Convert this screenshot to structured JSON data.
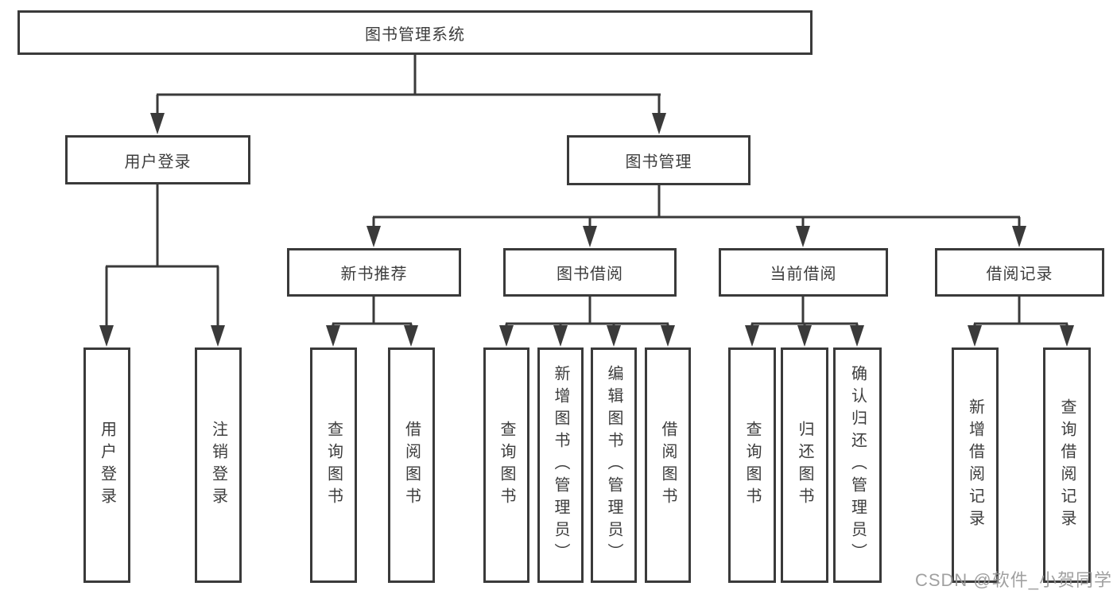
{
  "title": "图书管理系统",
  "tree": {
    "label": "图书管理系统",
    "children": [
      {
        "label": "用户登录",
        "children": [
          {
            "label": "用户登录"
          },
          {
            "label": "注销登录"
          }
        ]
      },
      {
        "label": "图书管理",
        "children": [
          {
            "label": "新书推荐",
            "children": [
              {
                "label": "查询图书"
              },
              {
                "label": "借阅图书"
              }
            ]
          },
          {
            "label": "图书借阅",
            "children": [
              {
                "label": "查询图书"
              },
              {
                "label": "新增图书（管理员）"
              },
              {
                "label": "编辑图书（管理员）"
              },
              {
                "label": "借阅图书"
              }
            ]
          },
          {
            "label": "当前借阅",
            "children": [
              {
                "label": "查询图书"
              },
              {
                "label": "归还图书"
              },
              {
                "label": "确认归还（管理员）"
              }
            ]
          },
          {
            "label": "借阅记录",
            "children": [
              {
                "label": "新增借阅记录"
              },
              {
                "label": "查询借阅记录"
              }
            ]
          }
        ]
      }
    ]
  },
  "watermark": "CSDN @软件_小贺同学",
  "colors": {
    "line": "#3a3a3a",
    "text": "#3d3d3d",
    "background": "#ffffff",
    "watermark": "#969696"
  }
}
